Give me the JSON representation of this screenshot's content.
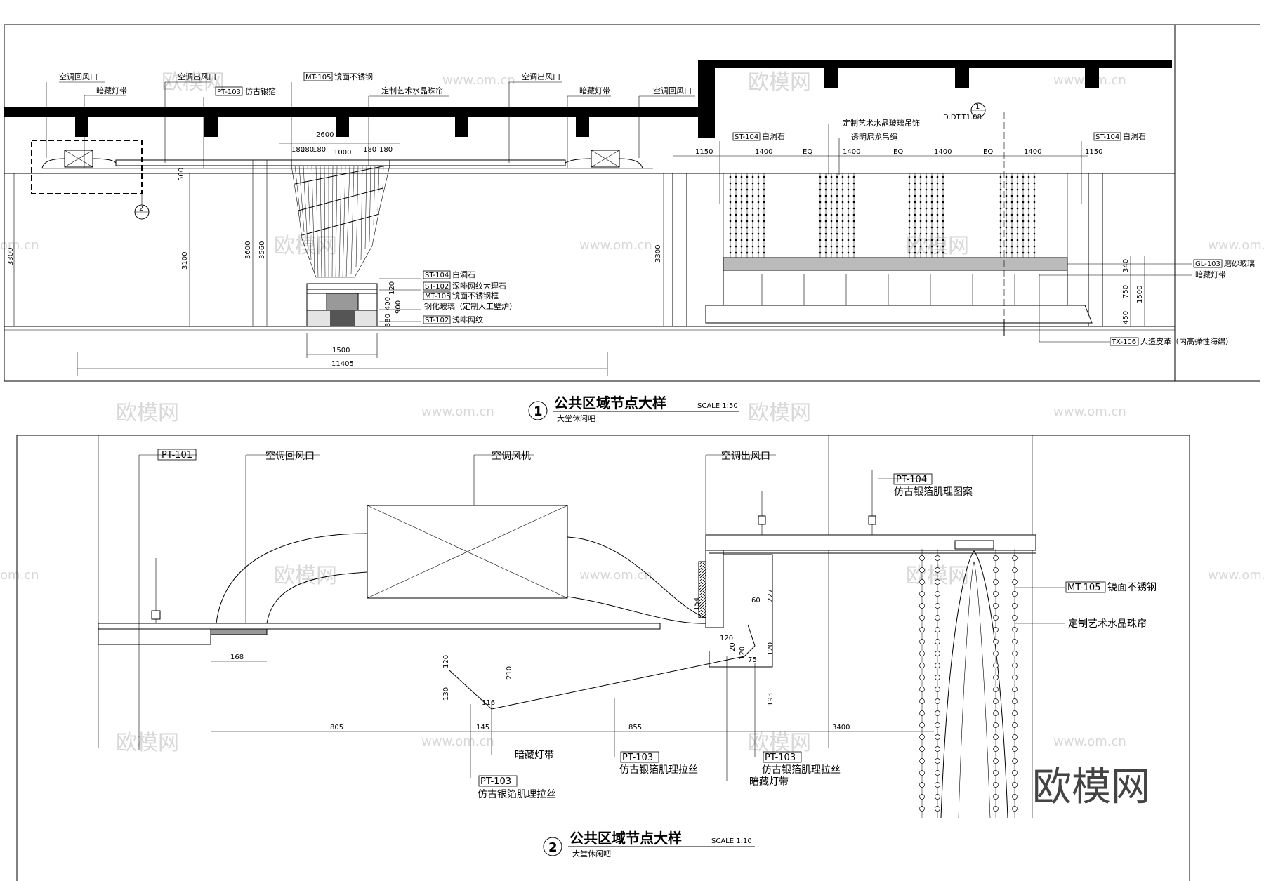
{
  "drawing1": {
    "title": "公共区域节点大样",
    "scale": "SCALE 1:50",
    "subtitle": "大堂休闲吧",
    "number": "1",
    "labels": {
      "return_air_left": "空调回风口",
      "hidden_light_left": "暗藏灯带",
      "supply_air_left": "空调出风口",
      "pt103_code": "PT-103",
      "pt103_text": "仿古银箔",
      "mt105_code": "MT-105",
      "mt105_text": "镜面不锈钢",
      "crystal_curtain": "定制艺术水晶珠帘",
      "supply_air_right": "空调出风口",
      "hidden_light_right": "暗藏灯带",
      "return_air_right": "空调回风口",
      "st104_code_a": "ST-104",
      "st104_text_a": "白洞石",
      "st102_code_a": "ST-102",
      "st102_text_a": "深啡网纹大理石",
      "mt105_code_b": "MT-105",
      "mt105_text_b": "镜面不锈钢框",
      "glass": "钢化玻璃（定制人工壁炉）",
      "st102_code_b": "ST-102",
      "st102_text_b": "浅啡网纹",
      "ref_top": "1",
      "ref_bottom": "ID.DT.T1.08",
      "glass_pendant": "定制艺术水晶玻璃吊饰",
      "nylon_rope": "透明尼龙吊绳",
      "st104_code_l": "ST-104",
      "st104_text_l": "白洞石",
      "st104_code_r": "ST-104",
      "st104_text_r": "白洞石",
      "gl103_code": "GL-103",
      "gl103_text": "磨砂玻璃",
      "hidden_light_3": "暗藏灯带",
      "tx106_code": "TX-106",
      "tx106_text": "人造皮革（内高弹性海绵）",
      "detail_callout": "2"
    },
    "dims": {
      "d2600": "2600",
      "d180a": "180",
      "d180b": "180",
      "d180c": "180",
      "d1000": "1000",
      "d180d": "180",
      "d180e": "180",
      "d3300a": "3300",
      "d3100": "3100",
      "d3600": "3600",
      "d3560": "3560",
      "d3300b": "3300",
      "d1500": "1500",
      "d11405": "11405",
      "d120": "120",
      "d400": "400",
      "d900": "900",
      "d380": "380",
      "d500": "500",
      "d1150a": "1150",
      "d1400a": "1400",
      "eqa": "EQ",
      "d1400b": "1400",
      "eqb": "EQ",
      "d1400c": "1400",
      "eqc": "EQ",
      "d1400d": "1400",
      "d1150b": "1150",
      "d340": "340",
      "d750": "750",
      "d1500v": "1500",
      "d450": "450"
    }
  },
  "drawing2": {
    "title": "公共区域节点大样",
    "scale": "SCALE 1:10",
    "subtitle": "大堂休闲吧",
    "number": "2",
    "labels": {
      "pt101": "PT-101",
      "return_air": "空调回风口",
      "ac_unit": "空调风机",
      "supply_air": "空调出风口",
      "pt104_code": "PT-104",
      "pt104_text": "仿古银箔肌理图案",
      "mt105_code": "MT-105",
      "mt105_text": "镜面不锈钢",
      "crystal_curtain": "定制艺术水晶珠帘",
      "hidden_light_a": "暗藏灯带",
      "pt103_code_a": "PT-103",
      "pt103_text_a": "仿古银箔肌理拉丝",
      "pt103_code_b": "PT-103",
      "pt103_text_b": "仿古银箔肌理拉丝",
      "pt103_code_c": "PT-103",
      "pt103_text_c": "仿古银箔肌理拉丝",
      "hidden_light_b": "暗藏灯带"
    },
    "dims": {
      "d168": "168",
      "d154": "154",
      "d60": "60",
      "d227": "227",
      "d120a": "120",
      "d120b": "120",
      "d20": "20",
      "d120c": "120",
      "d75": "75",
      "d210": "210",
      "d130": "130",
      "d193": "193",
      "d805": "805",
      "d145": "145",
      "d855": "855",
      "d3400": "3400",
      "d116": "116"
    }
  },
  "watermarks": {
    "brand": "欧模网",
    "url": "www.om.cn",
    "url_short": "om.cn",
    "big": "欧模网"
  }
}
